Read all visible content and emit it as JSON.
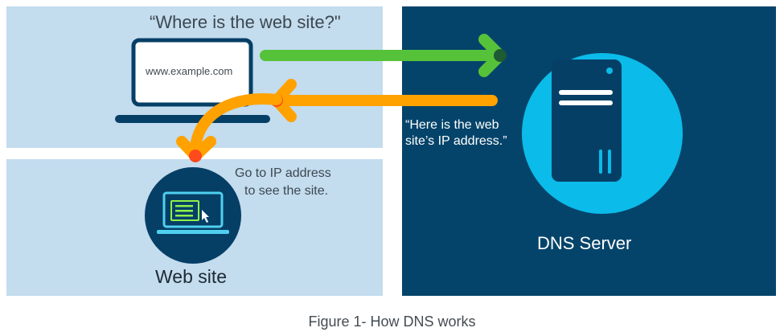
{
  "figure": {
    "query_text": "“Where is the web site?\"",
    "url_text": "www.example.com",
    "answer_text": "“Here is the web site’s IP address.”",
    "goto_line1": "Go to IP address",
    "goto_line2": "to see the site.",
    "website_label": "Web site",
    "dns_label": "DNS Server",
    "caption": "Figure 1- How DNS works"
  },
  "colors": {
    "panel_light": "#c3dcee",
    "panel_dark": "#05446a",
    "dns_circle": "#0bbbe9",
    "query_arrow": "#56c23a",
    "response_arrow": "#ffa200",
    "laptop_outline": "#063f66",
    "website_circle": "#063f66",
    "screen_accent": "#4fd0f0"
  },
  "icons": [
    "laptop-icon",
    "server-icon",
    "website-laptop-icon",
    "cursor-icon"
  ]
}
